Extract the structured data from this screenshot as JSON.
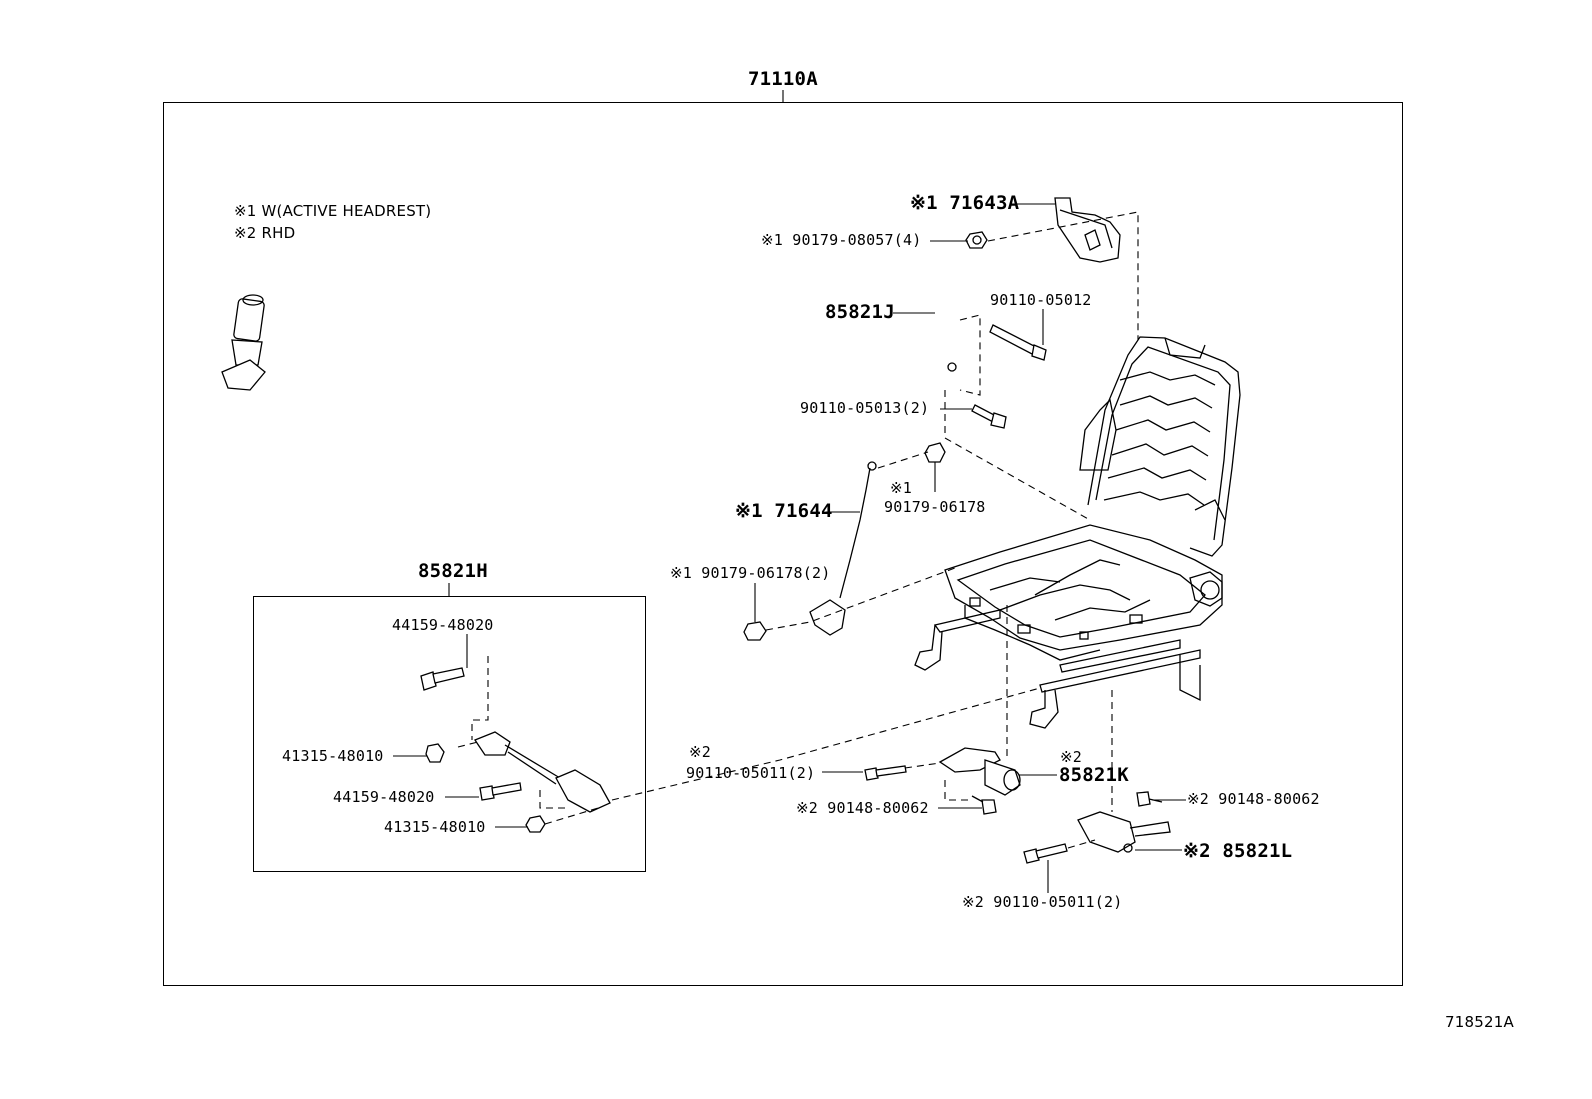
{
  "diagram": {
    "assembly_part": "71110A",
    "drawing_id": "718521A",
    "notes": [
      "※1 W(ACTIVE HEADREST)",
      "※2 RHD"
    ],
    "subassembly": {
      "part": "85821H",
      "labels": [
        "44159-48020",
        "41315-48010",
        "44159-48020",
        "41315-48010"
      ]
    },
    "labels": {
      "p71643a": "※1 71643A",
      "p90179_08057": "※1 90179-08057(4)",
      "p85821j": "85821J",
      "p90110_05012": "90110-05012",
      "p90110_05013": "90110-05013(2)",
      "p90179_06178_a_mark": "※1",
      "p90179_06178_a": "90179-06178",
      "p71644": "※1 71644",
      "p90179_06178_b": "※1 90179-06178(2)",
      "p90110_05011_a_mark": "※2",
      "p90110_05011_a": "90110-05011(2)",
      "p85821k_mark": "※2",
      "p85821k": "85821K",
      "p90148_80062_a": "※2 90148-80062",
      "p90148_80062_b": "※2 90148-80062",
      "p85821l": "※2 85821L",
      "p90110_05011_b": "※2 90110-05011(2)"
    }
  }
}
